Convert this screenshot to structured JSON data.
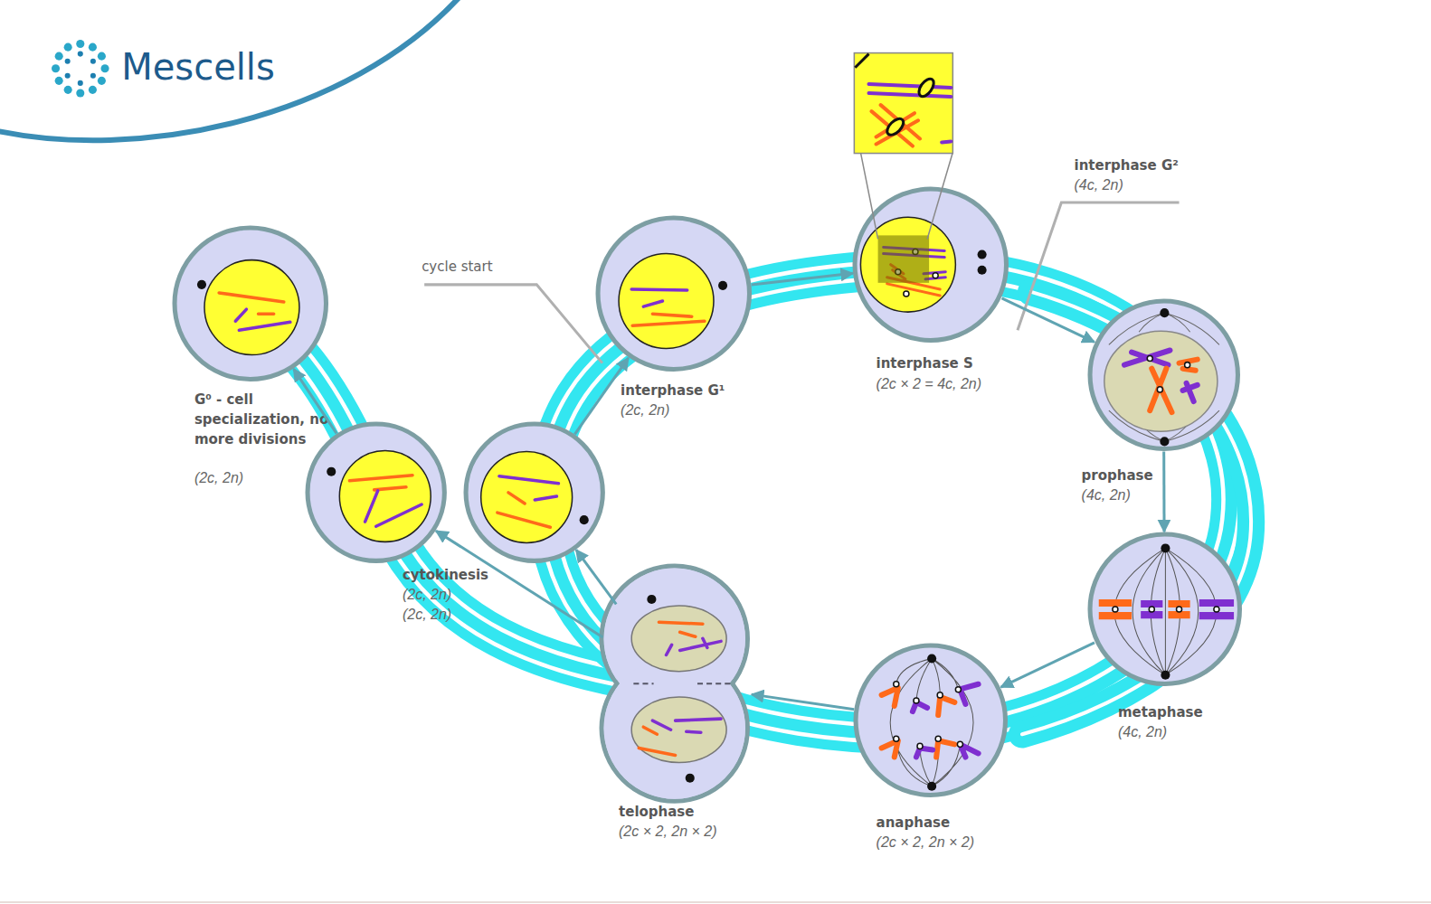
{
  "diagram": {
    "nodes": [
      {
        "text": [
          "G⁰ - cell specialization, no more divisions",
          "(2c, 2n)"
        ]
      },
      {
        "text": [
          "cytokinesis",
          "(2c, 2n)"
        ]
      },
      {
        "text": [
          "(2c, 2n)"
        ]
      },
      {
        "text": [
          "interphase G¹",
          "(2c, 2n)"
        ]
      },
      {
        "text": [
          "interphase S",
          "(2c × 2 = 4c, 2n)"
        ]
      },
      {
        "text": [
          "prophase",
          "(4c, 2n)"
        ]
      },
      {
        "text": [
          "metaphase",
          "(4c, 2n)"
        ]
      },
      {
        "text": [
          "anaphase",
          "(2c × 2, 2n × 2)"
        ]
      },
      {
        "text": [
          "telophase",
          "(2c × 2, 2n × 2)"
        ]
      }
    ],
    "edges": [
      {
        "from": 3,
        "to": 4,
        "arrow": "to"
      },
      {
        "from": 4,
        "to": 5,
        "arrow": "to"
      },
      {
        "from": 5,
        "to": 6,
        "arrow": "to"
      },
      {
        "from": 6,
        "to": 7,
        "arrow": "to"
      },
      {
        "from": 7,
        "to": 8,
        "arrow": "to"
      },
      {
        "from": 8,
        "to": 1,
        "arrow": "to"
      },
      {
        "from": 8,
        "to": 2,
        "arrow": "to"
      },
      {
        "from": 2,
        "to": 3,
        "arrow": "to"
      },
      {
        "from": 1,
        "to": 0,
        "arrow": "to"
      }
    ],
    "labels": [
      "Mescells",
      "cycle start",
      "interphase G²",
      "(4c, 2n)"
    ]
  }
}
